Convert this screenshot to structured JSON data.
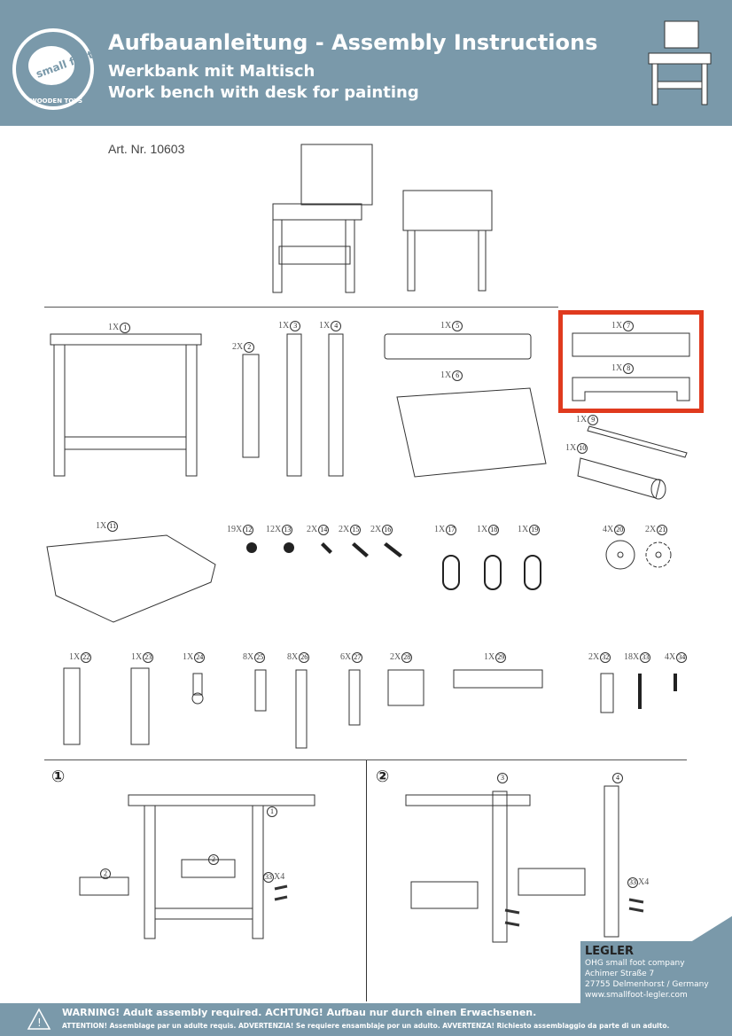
{
  "header": {
    "title": "Aufbauanleitung - Assembly Instructions",
    "subtitle_de": "Werkbank mit Maltisch",
    "subtitle_en": "Work bench with desk for painting",
    "logo_text": "small foot",
    "logo_sub": "WOODEN TOYS"
  },
  "art_nr": "Art. Nr. 10603",
  "parts": [
    {
      "qty": "1X",
      "num": "1"
    },
    {
      "qty": "2X",
      "num": "2"
    },
    {
      "qty": "1X",
      "num": "3"
    },
    {
      "qty": "1X",
      "num": "4"
    },
    {
      "qty": "1X",
      "num": "5"
    },
    {
      "qty": "1X",
      "num": "6"
    },
    {
      "qty": "1X",
      "num": "7"
    },
    {
      "qty": "1X",
      "num": "8"
    },
    {
      "qty": "1X",
      "num": "9"
    },
    {
      "qty": "1X",
      "num": "10"
    },
    {
      "qty": "1X",
      "num": "11"
    },
    {
      "qty": "19X",
      "num": "12"
    },
    {
      "qty": "12X",
      "num": "13"
    },
    {
      "qty": "2X",
      "num": "14"
    },
    {
      "qty": "2X",
      "num": "15"
    },
    {
      "qty": "2X",
      "num": "16"
    },
    {
      "qty": "1X",
      "num": "17"
    },
    {
      "qty": "1X",
      "num": "18"
    },
    {
      "qty": "1X",
      "num": "19"
    },
    {
      "qty": "4X",
      "num": "20"
    },
    {
      "qty": "2X",
      "num": "21"
    },
    {
      "qty": "1X",
      "num": "22"
    },
    {
      "qty": "1X",
      "num": "23"
    },
    {
      "qty": "1X",
      "num": "24"
    },
    {
      "qty": "8X",
      "num": "25"
    },
    {
      "qty": "8X",
      "num": "26"
    },
    {
      "qty": "6X",
      "num": "27"
    },
    {
      "qty": "2X",
      "num": "28"
    },
    {
      "qty": "1X",
      "num": "29"
    },
    {
      "qty": "2X",
      "num": "32"
    },
    {
      "qty": "18X",
      "num": "33"
    },
    {
      "qty": "4X",
      "num": "34"
    }
  ],
  "steps": {
    "s1": "①",
    "s2": "②",
    "s1_labels": {
      "a": "1",
      "b": "2",
      "c": "2",
      "d": "33",
      "x": "X4"
    },
    "s2_labels": {
      "a": "3",
      "b": "4",
      "d": "33",
      "x": "X4"
    }
  },
  "company": {
    "name": "LEGLER",
    "suffix": "OHG small foot company",
    "street": "Achimer Straße 7",
    "city": "27755 Delmenhorst / Germany",
    "web": "www.smallfoot-legler.com"
  },
  "footer": {
    "line1": "WARNING! Adult assembly required.   ACHTUNG! Aufbau nur durch einen Erwachsenen.",
    "line2": "ATTENTION! Assemblage par un adulte requis.    ADVERTENZIA! Se requiere ensamblaje por un adulto.     AVVERTENZA! Richiesto assemblaggio da parte di un adulto."
  },
  "colors": {
    "brand": "#7a99aa",
    "highlight": "#e03a1e"
  }
}
